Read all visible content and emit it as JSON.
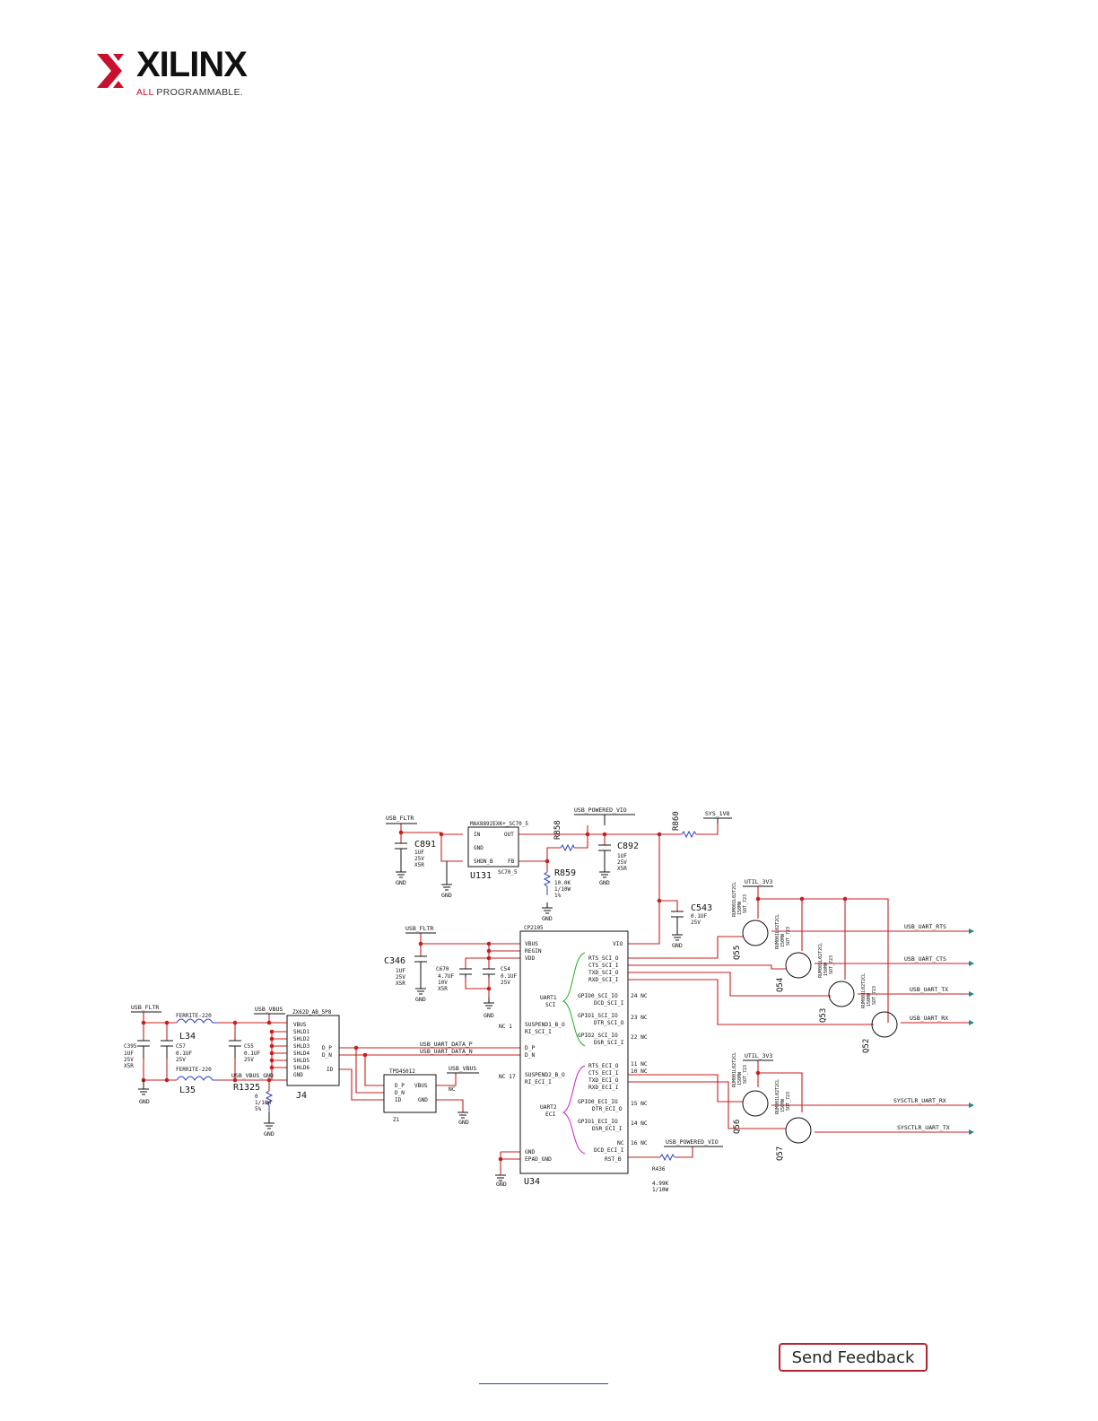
{
  "header": {
    "brand": "XILINX",
    "tagline_prefix": "ALL",
    "tagline_rest": " PROGRAMMABLE."
  },
  "footer": {
    "feedback_label": "Send Feedback"
  },
  "schematic": {
    "nets": {
      "usb_fltr": "USB_FLTR",
      "usb_powered_vio": "USB_POWERED_VIO",
      "sys_1v8": "SYS_1V8",
      "util_3v3_a": "UTIL_3V3",
      "util_3v3_b": "UTIL_3V3",
      "usb_fltr_2": "USB_FLTR",
      "usb_fltr_3": "USB_FLTR",
      "usb_vbus": "USB_VBUS",
      "usb_vbus_2": "USB_VBUS",
      "usb_vbus_gnd": "USB_VBUS_GND",
      "usb_uart_data_p": "USB_UART_DATA_P",
      "usb_uart_data_n": "USB_UART_DATA_N",
      "usb_powered_vio_2": "USB_POWERED_VIO",
      "usb_uart_rts": "USB_UART_RTS",
      "usb_uart_cts": "USB_UART_CTS",
      "usb_uart_tx": "USB_UART_TX",
      "usb_uart_rx": "USB_UART_RX",
      "sysctlr_uart_rx": "SYSCTLR_UART_RX",
      "sysctlr_uart_tx": "SYSCTLR_UART_TX",
      "gnd": "GND"
    },
    "refs": {
      "c891": "C891",
      "c892": "C892",
      "u131": "U131",
      "u131_pkg": "SC70_5",
      "u131_part": "MAX8892EXK+_SC70_5",
      "r858": "R858",
      "r859": "R859",
      "r860": "R860",
      "c543": "C543",
      "c346": "C346",
      "c670": "C670",
      "c54": "C54",
      "c395": "C395",
      "c57": "C57",
      "c55": "C55",
      "l34": "L34",
      "l35": "L35",
      "r1325": "R1325",
      "j4": "J4",
      "z1": "Z1",
      "u34": "U34",
      "u34_part": "CP2105",
      "j4_part": "ZX62D_AB_5P8",
      "z1_part": "TPD4S012",
      "r436": "R436",
      "q55": "Q55",
      "q54": "Q54",
      "q53": "Q53",
      "q52": "Q52",
      "q56": "Q56",
      "q57": "Q57",
      "ferrite_a": "FERRITE-220",
      "ferrite_b": "FERRITE-220"
    },
    "values": {
      "c891": [
        "1UF",
        "25V",
        "X5R"
      ],
      "c892": [
        "1UF",
        "25V",
        "X5R"
      ],
      "r859": [
        "10.0K",
        "1/10W",
        "1%"
      ],
      "c543": [
        "0.1UF",
        "25V"
      ],
      "c346": [
        "1UF",
        "25V",
        "X5R"
      ],
      "c670": [
        "4.7UF",
        "10V",
        "X5R"
      ],
      "c54": [
        "0.1UF",
        "25V"
      ],
      "c395": [
        "1UF",
        "25V",
        "X5R"
      ],
      "c57": [
        "0.1UF",
        "25V"
      ],
      "c55": [
        "0.1UF",
        "25V"
      ],
      "r1325": [
        "0",
        "1/10W",
        "5%"
      ],
      "r436": [
        "4.99K",
        "1/10W"
      ],
      "fet": "RUM001L02T2CL",
      "fet_pkg": "SOT_723",
      "fet_v": "150MW"
    },
    "u34_left_pins": {
      "vbus": "VBUS",
      "regin": "REGIN",
      "vdd": "VDD",
      "uart1": "UART1",
      "sci": "SCI",
      "suspend1": "SUSPEND1_B_O",
      "ri_sci": "RI_SCI_I",
      "dp": "D_P",
      "dn": "D_N",
      "suspend2": "SUSPEND2_B_O",
      "ri_eci": "RI_ECI_I",
      "uart2": "UART2",
      "eci": "ECI",
      "gnd": "GND",
      "epad": "EPAD_GND"
    },
    "u34_right_pins": {
      "vio": "VIO",
      "rts_sci": "RTS_SCI_O",
      "cts_sci": "CTS_SCI_I",
      "txd_sci": "TXD_SCI_O",
      "rxd_sci": "RXD_SCI_I",
      "gpio0_sci": "GPIO0_SCI_IO",
      "dcd_sci": "DCD_SCI_I",
      "gpio1_sci": "GPIO1_SCI_IO",
      "dtr_sci": "DTR_SCI_O",
      "gpio2_sci": "GPIO2_SCI_IO",
      "dsr_sci": "DSR_SCI_I",
      "rts_eci": "RTS_ECI_O",
      "cts_eci": "CTS_ECI_I",
      "txd_eci": "TXD_ECI_O",
      "rxd_eci": "RXD_ECI_I",
      "gpio0_eci": "GPIO0_ECI_IO",
      "dtr_eci": "DTR_ECI_O",
      "gpio1_eci": "GPIO1_ECI_IO",
      "dsr_eci": "DSR_ECI_I",
      "nc": "NC",
      "dcd_eci": "DCD_ECI_I",
      "rst": "RST_B"
    },
    "j4_pins": [
      "VBUS",
      "SHLD1",
      "SHLD2",
      "SHLD3",
      "SHLD4",
      "SHLD5",
      "SHLD6",
      "GND",
      "D_P",
      "D_N",
      "ID"
    ],
    "z1_pins": [
      "D_P",
      "D_N",
      "ID",
      "VBUS",
      "NC",
      "GND"
    ],
    "u131_pins": [
      "IN",
      "GND",
      "SHDN_B",
      "OUT",
      "FB"
    ],
    "nc_labels": {
      "n24": "24 NC",
      "n23": "23 NC",
      "n22": "22 NC",
      "n11": "11 NC",
      "n10": "10 NC",
      "n15": "15 NC",
      "n14": "14 NC",
      "n16": "16 NC",
      "n1": "NC 1",
      "n17": "NC 17",
      "nc": "NC"
    }
  }
}
